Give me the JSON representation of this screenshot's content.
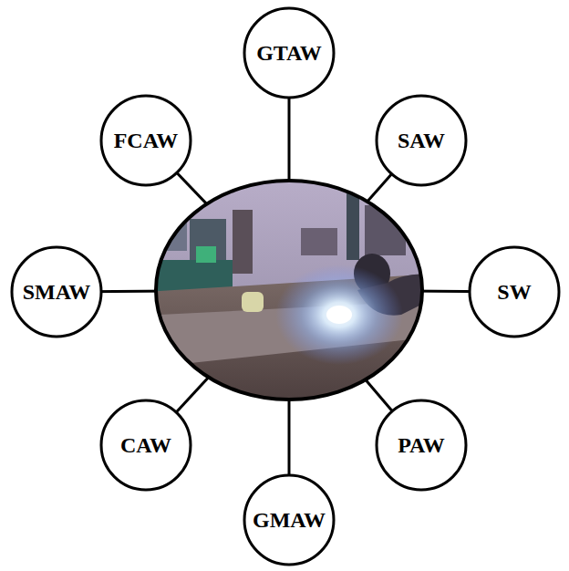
{
  "diagram": {
    "nodes": [
      {
        "text": [
          "GTAW"
        ]
      },
      {
        "text": [
          "FCAW"
        ]
      },
      {
        "text": [
          "SAW"
        ]
      },
      {
        "text": [
          "SMAW"
        ]
      },
      {
        "text": [
          "SW"
        ]
      },
      {
        "text": [
          "CAW"
        ]
      },
      {
        "text": [
          "PAW"
        ]
      },
      {
        "text": [
          "GMAW"
        ]
      }
    ]
  }
}
